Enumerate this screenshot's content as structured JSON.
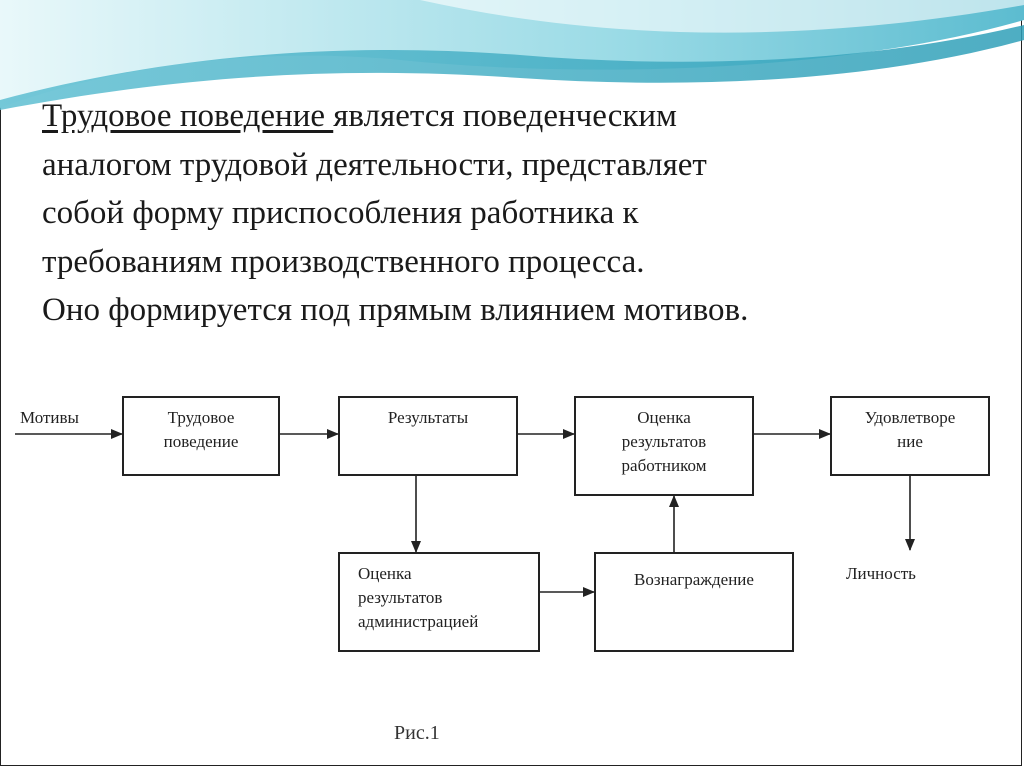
{
  "intro": {
    "term": "Трудовое поведение ",
    "rest_line1": "является поведенческим",
    "line2": "аналогом трудовой деятельности, представляет",
    "line3": "собой форму приспособления работника к",
    "line4": "требованиям производственного процесса.",
    "line5": "Оно формируется под прямым влиянием мотивов."
  },
  "diagram": {
    "input_label": "Мотивы",
    "output_label": "Личность",
    "caption": "Рис.1",
    "boxes": {
      "labor_behavior": "Трудовое\nповедение",
      "results": "Результаты",
      "worker_assessment": "Оценка\nрезультатов\nработником",
      "satisfaction": "Удовлетворе\nние",
      "admin_assessment": "Оценка\nрезультатов\nадминистрацией",
      "reward": "Вознаграждение"
    }
  },
  "colors": {
    "wave_light": "#cfeef2",
    "wave_mid": "#7fcfdc",
    "wave_dark": "#3aa7bd",
    "line": "#222222"
  }
}
